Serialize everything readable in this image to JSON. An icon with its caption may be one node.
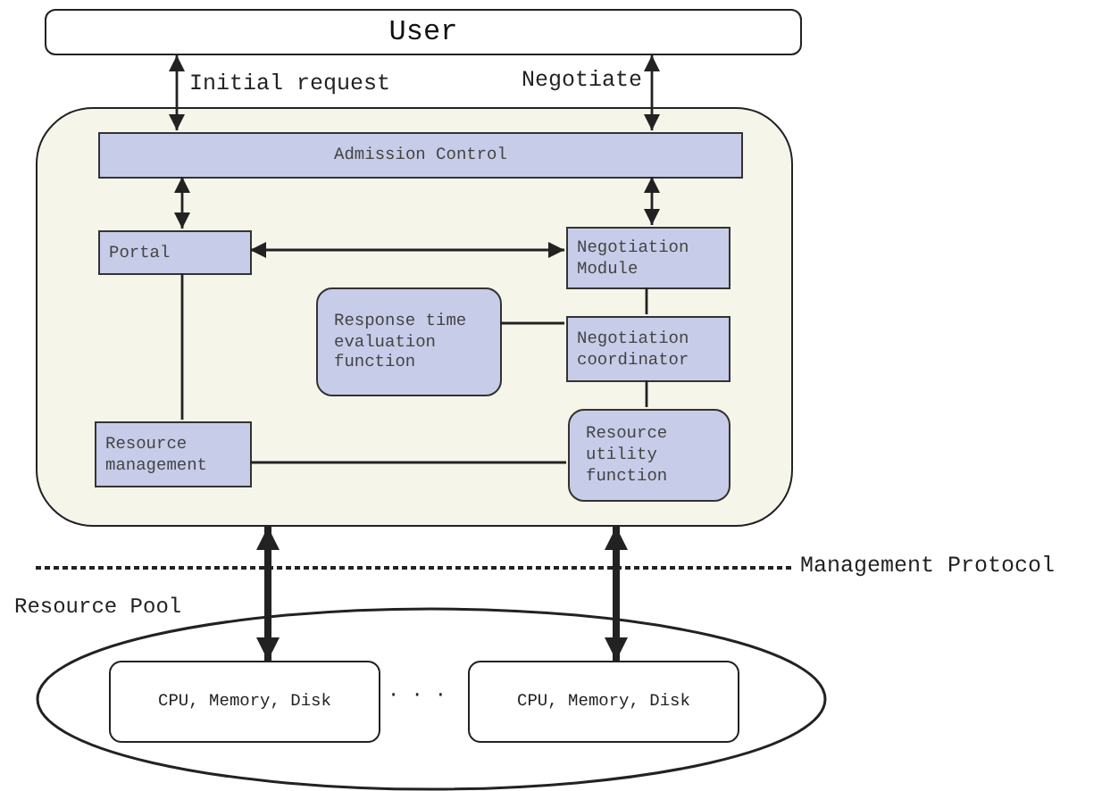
{
  "diagram": {
    "nodes": [
      {
        "text": [
          "User"
        ]
      },
      {
        "text": [],
        "shape": "box"
      },
      {
        "text": [
          "Admission Control"
        ],
        "in": 1
      },
      {
        "text": [
          "Portal"
        ],
        "in": 1
      },
      {
        "text": [
          "Negotiation Module"
        ],
        "in": 1
      },
      {
        "text": [
          "Response time evaluation function"
        ],
        "in": 1
      },
      {
        "text": [
          "Negotiation coordinator"
        ],
        "in": 1
      },
      {
        "text": [
          "Resource utility function"
        ],
        "in": 1
      },
      {
        "text": [
          "Resource management"
        ],
        "in": 1
      },
      {
        "text": [
          "Resource Pool"
        ]
      },
      {
        "text": [
          "CPU, Memory, Disk"
        ],
        "in": 9
      },
      {
        "text": [
          "CPU, Memory, Disk"
        ],
        "in": 9
      }
    ],
    "edges": [
      {
        "from": 0,
        "to": 2,
        "arrow": "both",
        "label": "Initial request"
      },
      {
        "from": 0,
        "to": 2,
        "arrow": "both",
        "label": "Negotiate"
      },
      {
        "from": 2,
        "to": 3,
        "arrow": "both"
      },
      {
        "from": 2,
        "to": 4,
        "arrow": "both"
      },
      {
        "from": 3,
        "to": 4,
        "arrow": "both"
      },
      {
        "from": 3,
        "to": 8,
        "arrow": "none"
      },
      {
        "from": 4,
        "to": 6,
        "arrow": "none"
      },
      {
        "from": 5,
        "to": 6,
        "arrow": "none"
      },
      {
        "from": 6,
        "to": 7,
        "arrow": "none"
      },
      {
        "from": 8,
        "to": 7,
        "arrow": "none"
      },
      {
        "from": 1,
        "to": 10,
        "arrow": "both",
        "style": "thick"
      },
      {
        "from": 1,
        "to": 11,
        "arrow": "both",
        "style": "thick"
      }
    ],
    "labels": [
      "Management Protocol",
      "· · ·"
    ]
  }
}
